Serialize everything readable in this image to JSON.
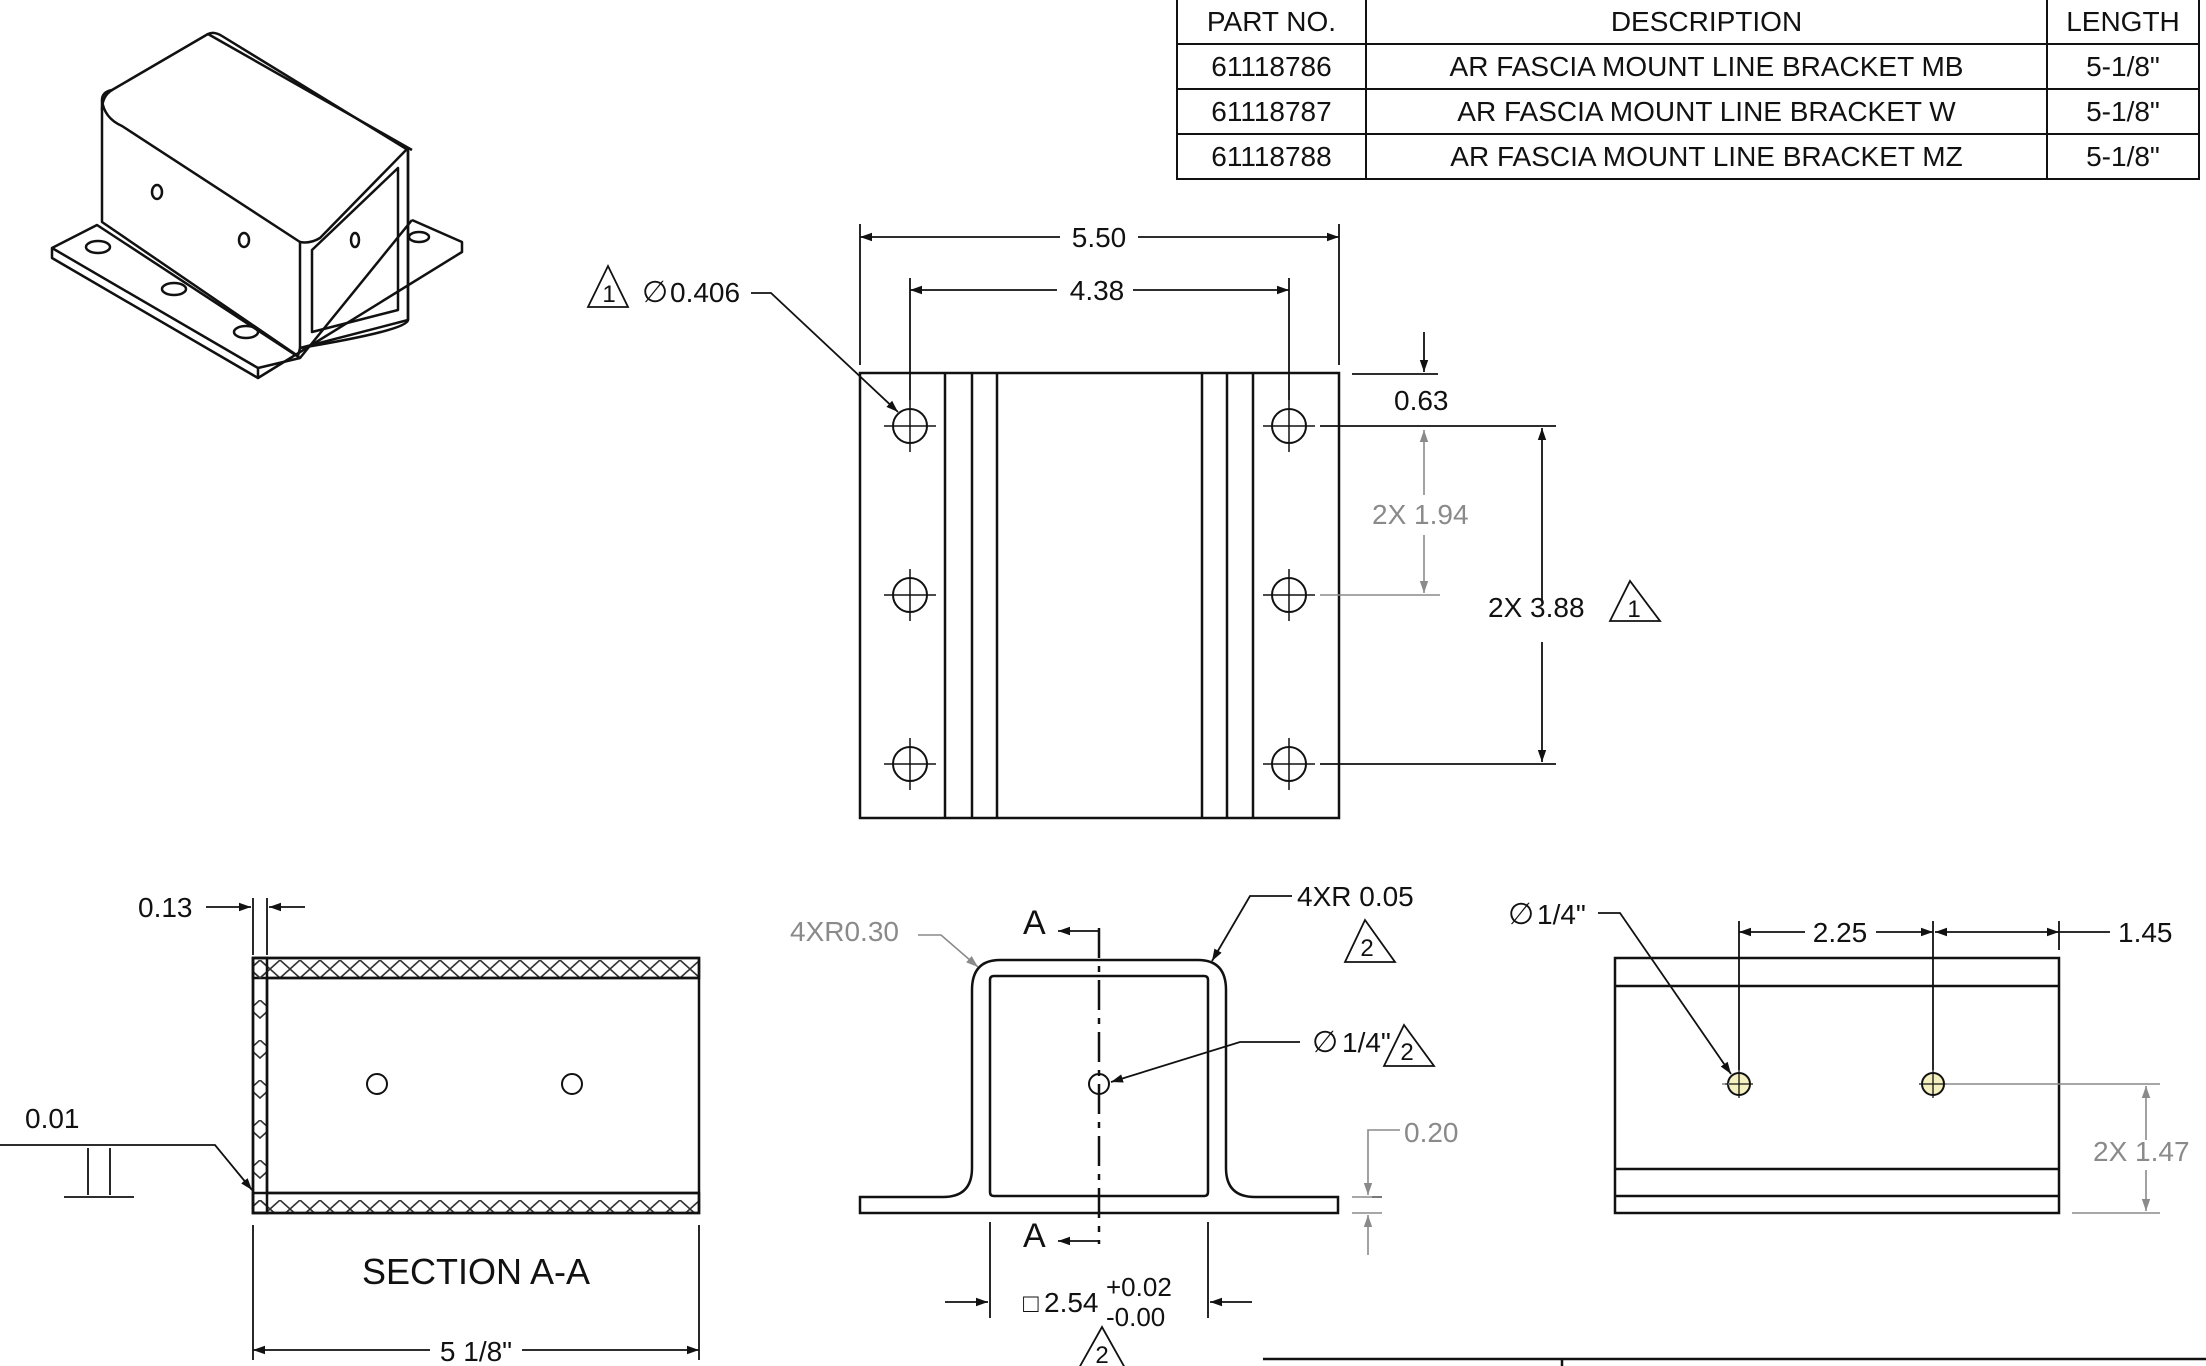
{
  "bom": {
    "headers": [
      "PART NO.",
      "DESCRIPTION",
      "LENGTH"
    ],
    "rows": [
      [
        "61118786",
        "AR FASCIA MOUNT LINE BRACKET MB",
        "5-1/8\""
      ],
      [
        "61118787",
        "AR FASCIA MOUNT LINE BRACKET W",
        "5-1/8\""
      ],
      [
        "61118788",
        "AR FASCIA MOUNT LINE BRACKET MZ",
        "5-1/8\""
      ]
    ]
  },
  "top_view": {
    "overall_width": "5.50",
    "hole_spacing": "4.38",
    "hole_callout_rev": "1",
    "hole_diameter": "0.406",
    "edge_offset": "0.63",
    "pitch": "2X 1.94",
    "total_pitch": "2X 3.88",
    "total_pitch_rev": "1"
  },
  "front_view": {
    "section_letter": "A",
    "outer_radius": "4XR0.30",
    "inner_radius": "4XR 0.05",
    "inner_radius_rev": "2",
    "hole_callout": "1/4\"",
    "hole_callout_rev": "2",
    "flange_thickness": "0.20",
    "box_size": "2.54",
    "tol_plus": "+0.02",
    "tol_minus": "-0.00",
    "box_rev": "2"
  },
  "section_view": {
    "wall": "0.13",
    "flatness": "0.01",
    "title": "SECTION A-A",
    "length": "5 1/8\""
  },
  "side_view": {
    "hole_callout": "1/4\"",
    "spacing": "2.25",
    "end_offset": "1.45",
    "height": "2X 1.47"
  },
  "symbols": {
    "diameter": "∅",
    "square": "□"
  },
  "colors": {
    "ink": "#111111",
    "reference": "#8a8a8a",
    "hatch": "#333333"
  }
}
